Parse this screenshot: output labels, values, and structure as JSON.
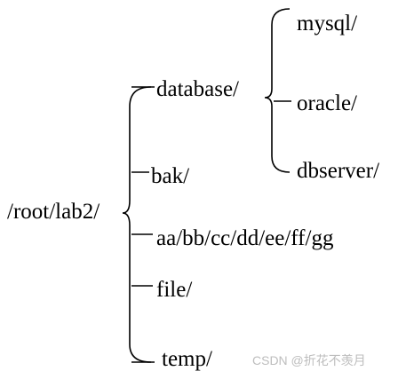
{
  "tree": {
    "root": "/root/lab2/",
    "children": [
      {
        "label": "database/",
        "children": [
          "mysql/",
          "oracle/",
          "dbserver/"
        ]
      },
      {
        "label": "bak/"
      },
      {
        "label": "aa/bb/cc/dd/ee/ff/gg"
      },
      {
        "label": "file/"
      },
      {
        "label": "temp/"
      }
    ]
  },
  "watermark": "CSDN @折花不羡月",
  "colors": {
    "line": "#000000",
    "text": "#000000",
    "watermark": "#bdbdbd"
  }
}
